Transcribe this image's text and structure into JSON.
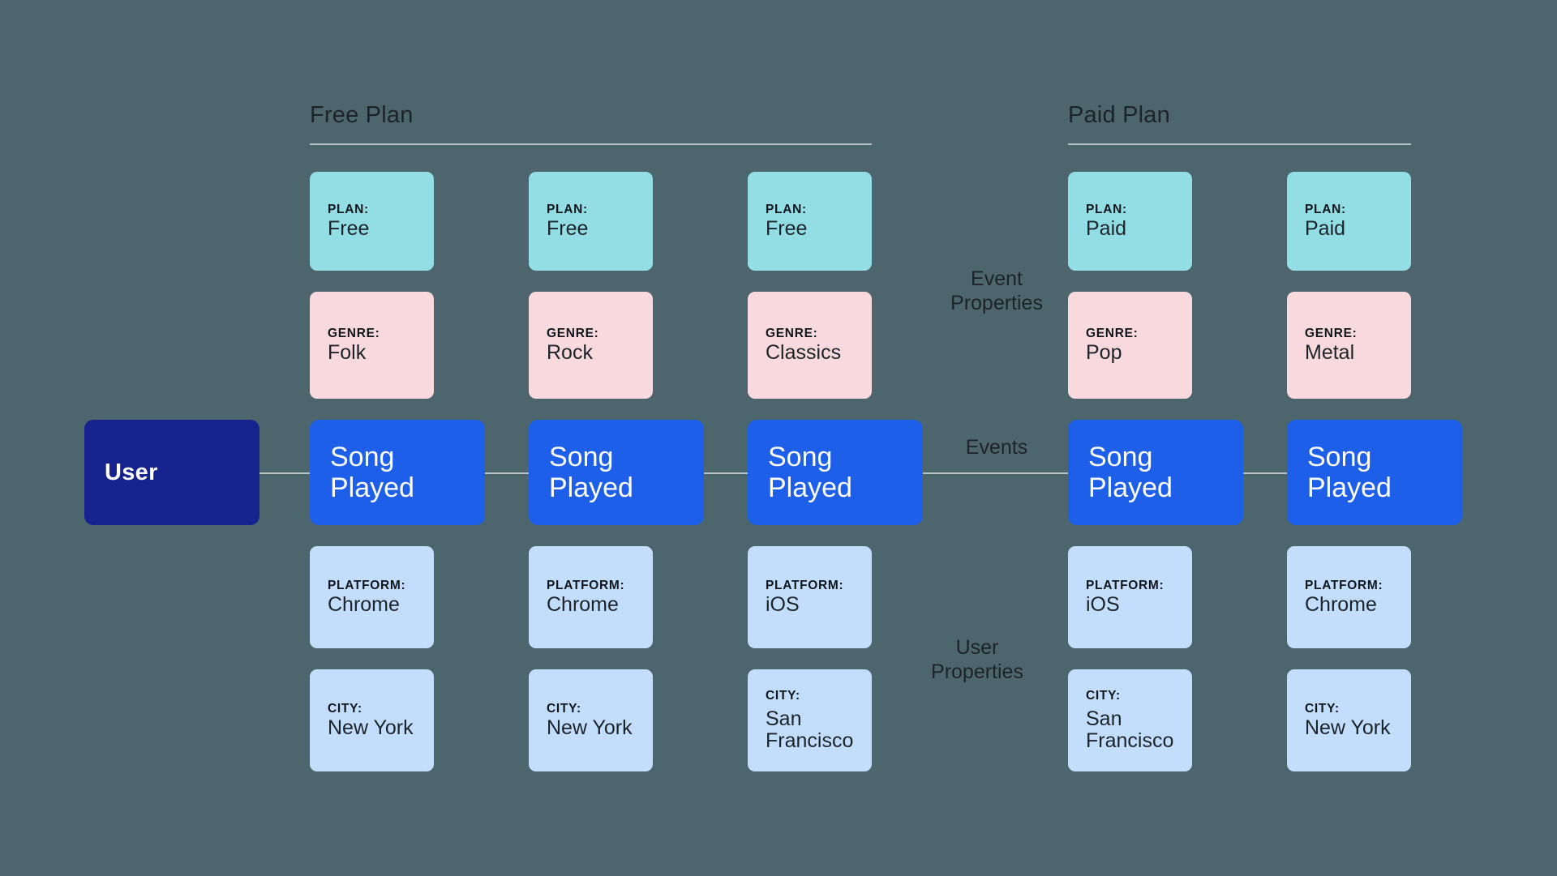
{
  "background_color": "#4d666d",
  "groups": [
    {
      "id": "free-plan",
      "title": "Free Plan"
    },
    {
      "id": "paid-plan",
      "title": "Paid Plan"
    }
  ],
  "root_node": {
    "label": "User",
    "color": "#16228e"
  },
  "annotations": {
    "event_properties": "Event\nProperties",
    "events": "Events",
    "user_properties": "User\nProperties"
  },
  "colors": {
    "plan_card": "#93dee5",
    "genre_card": "#f8d9de",
    "user_property_card": "#c2defc",
    "event_node": "#1d5fe8",
    "user_node": "#16228e",
    "rule": "#b9c3c6",
    "text_dark": "#1c2329",
    "text_light": "#ffffff"
  },
  "columns": [
    {
      "group": "free-plan",
      "plan": {
        "label": "PLAN:",
        "value": "Free"
      },
      "genre": {
        "label": "GENRE:",
        "value": "Folk"
      },
      "event": {
        "label": "Song\nPlayed"
      },
      "platform": {
        "label": "PLATFORM:",
        "value": "Chrome"
      },
      "city": {
        "label": "CITY:",
        "value": "New York"
      }
    },
    {
      "group": "free-plan",
      "plan": {
        "label": "PLAN:",
        "value": "Free"
      },
      "genre": {
        "label": "GENRE:",
        "value": "Rock"
      },
      "event": {
        "label": "Song\nPlayed"
      },
      "platform": {
        "label": "PLATFORM:",
        "value": "Chrome"
      },
      "city": {
        "label": "CITY:",
        "value": "New York"
      }
    },
    {
      "group": "free-plan",
      "plan": {
        "label": "PLAN:",
        "value": "Free"
      },
      "genre": {
        "label": "GENRE:",
        "value": "Classics"
      },
      "event": {
        "label": "Song\nPlayed"
      },
      "platform": {
        "label": "PLATFORM:",
        "value": "iOS"
      },
      "city": {
        "label": "CITY:",
        "value": "San\nFrancisco"
      }
    },
    {
      "group": "paid-plan",
      "plan": {
        "label": "PLAN:",
        "value": "Paid"
      },
      "genre": {
        "label": "GENRE:",
        "value": "Pop"
      },
      "event": {
        "label": "Song\nPlayed"
      },
      "platform": {
        "label": "PLATFORM:",
        "value": "iOS"
      },
      "city": {
        "label": "CITY:",
        "value": "San\nFrancisco"
      }
    },
    {
      "group": "paid-plan",
      "plan": {
        "label": "PLAN:",
        "value": "Paid"
      },
      "genre": {
        "label": "GENRE:",
        "value": "Metal"
      },
      "event": {
        "label": "Song\nPlayed"
      },
      "platform": {
        "label": "PLATFORM:",
        "value": "Chrome"
      },
      "city": {
        "label": "CITY:",
        "value": "New York"
      }
    }
  ]
}
